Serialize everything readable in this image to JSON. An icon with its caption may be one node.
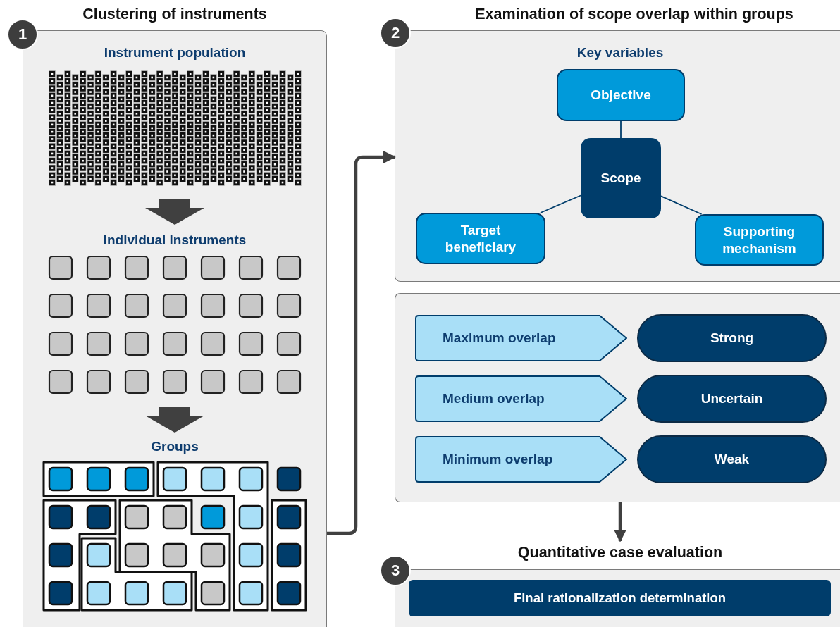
{
  "diagram": {
    "nodes": [
      {
        "text": [
          "Clustering of instruments",
          "Instrument population",
          "Individual instruments",
          "Groups"
        ]
      },
      {
        "text": [
          "Examination of scope overlap within groups",
          "Key variables"
        ]
      },
      {
        "text": [
          "Objective"
        ],
        "in": 1
      },
      {
        "text": [
          "Scope"
        ],
        "in": 1
      },
      {
        "text": [
          "Target beneficiary"
        ],
        "in": 1
      },
      {
        "text": [
          "Supporting mechanism"
        ],
        "in": 1
      },
      {
        "text": [],
        "shape": "box"
      },
      {
        "text": [
          "Maximum overlap"
        ],
        "in": 6
      },
      {
        "text": [
          "Strong"
        ],
        "in": 6
      },
      {
        "text": [
          "Medium overlap"
        ],
        "in": 6
      },
      {
        "text": [
          "Uncertain"
        ],
        "in": 6
      },
      {
        "text": [
          "Minimum overlap"
        ],
        "in": 6
      },
      {
        "text": [
          "Weak"
        ],
        "in": 6
      },
      {
        "text": [
          "Quantitative case evaluation"
        ]
      },
      {
        "text": [
          "Final rationalization determination"
        ],
        "in": 13
      }
    ],
    "edges": [
      {
        "from": 0,
        "to": 1,
        "arrow": "to",
        "style": "thick",
        "color": "#404040"
      },
      {
        "from": 2,
        "to": 3,
        "arrow": "none"
      },
      {
        "from": 3,
        "to": 4,
        "arrow": "none"
      },
      {
        "from": 3,
        "to": 5,
        "arrow": "none"
      },
      {
        "from": 6,
        "to": 13,
        "arrow": "to",
        "style": "thick",
        "color": "#404040"
      }
    ],
    "labels": [
      "1",
      "2",
      "3"
    ]
  }
}
